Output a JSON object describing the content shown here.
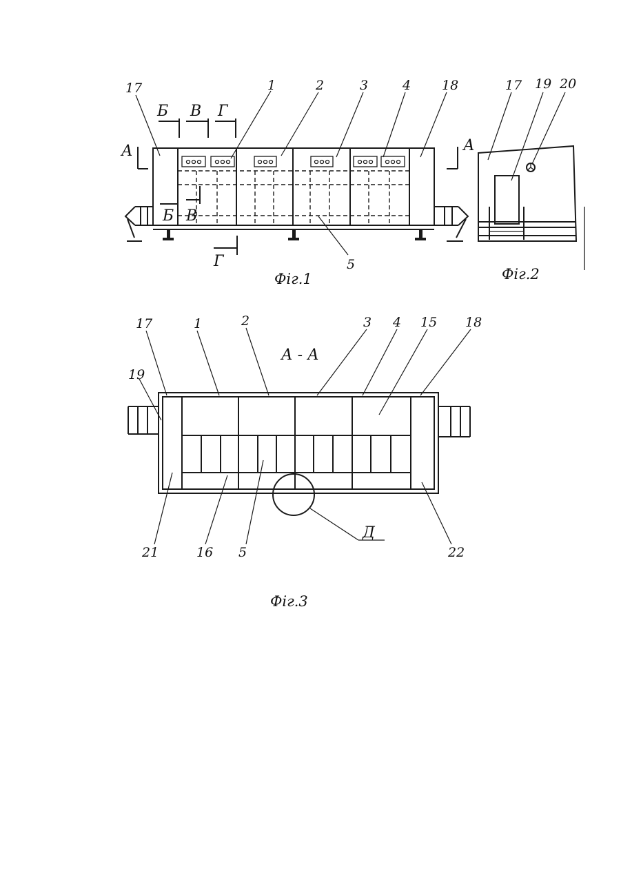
{
  "figures": {
    "fig1": {
      "caption": "Фіг.1",
      "labels": {
        "n17": "17",
        "n1": "1",
        "n2": "2",
        "n3": "3",
        "n4": "4",
        "n18": "18",
        "n5": "5"
      },
      "section_marks": {
        "b_top": "Б",
        "v_top": "В",
        "g_top": "Г",
        "a_left": "А",
        "a_right": "А",
        "b_bottom": "Б",
        "v_bottom": "В",
        "g_bottom": "Г"
      }
    },
    "fig2": {
      "caption": "Фіг.2",
      "labels": {
        "n17": "17",
        "n19": "19",
        "n20": "20"
      }
    },
    "fig3": {
      "caption": "Фіг.3",
      "section_title": "А - А",
      "labels": {
        "n17": "17",
        "n1": "1",
        "n2": "2",
        "n3": "3",
        "n4": "4",
        "n15": "15",
        "n18": "18",
        "n19": "19",
        "n21": "21",
        "n16": "16",
        "n5": "5",
        "n22": "22",
        "detail": "Д"
      }
    }
  },
  "colors": {
    "ink": "#1a1a1a",
    "paper": "#ffffff"
  }
}
